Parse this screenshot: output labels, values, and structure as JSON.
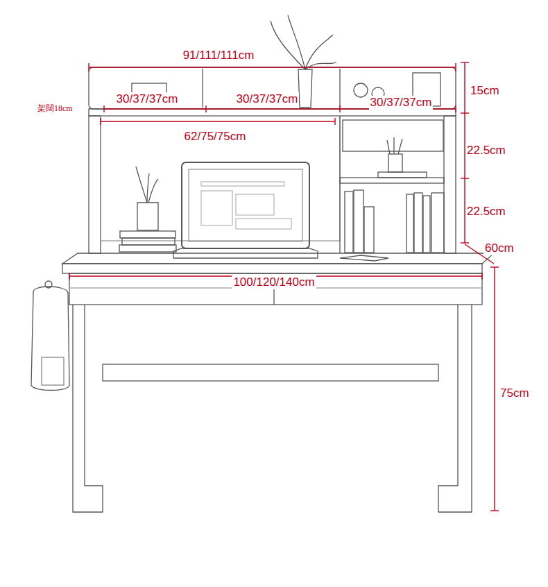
{
  "diagram": {
    "labels": [
      "91/111/111cm",
      "架闊18cm",
      "30/37/37cm",
      "30/37/37cm",
      "30/37/37cm",
      "15cm",
      "62/75/75cm",
      "22.5cm",
      "22.5cm",
      "60cm",
      "100/120/140cm",
      "75cm"
    ]
  }
}
